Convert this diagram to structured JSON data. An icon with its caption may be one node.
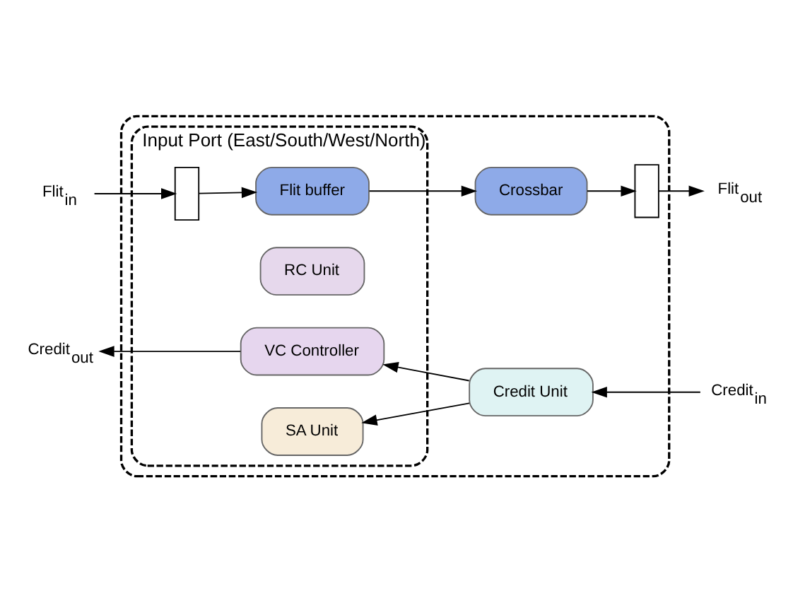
{
  "diagram": {
    "nodes": [
      {
        "text": [],
        "shape": "box"
      },
      {
        "text": [
          "Input Port (East/South/West/North)"
        ],
        "in": 0
      },
      {
        "text": [
          "SA Unit"
        ],
        "in": 1
      },
      {
        "text": [
          "Credit Unit"
        ],
        "in": 0
      },
      {
        "text": [
          "RC Unit"
        ],
        "in": 1
      },
      {
        "text": [
          "VC Controller"
        ],
        "in": 1
      },
      {
        "text": [],
        "shape": "box",
        "in": 1
      },
      {
        "text": [
          "Flit buffer"
        ],
        "in": 1
      },
      {
        "text": [
          "Crossbar"
        ],
        "in": 0
      },
      {
        "text": [],
        "shape": "box",
        "in": 0
      },
      {
        "text": [
          "Credit$_{in}$"
        ]
      },
      {
        "text": [
          "Credit$_{out}$"
        ]
      },
      {
        "text": [
          "Flit$_{in}$"
        ]
      },
      {
        "text": [
          "Flit$_{out}$"
        ]
      }
    ],
    "edges": [
      {
        "from": 10,
        "to": 3,
        "arrow": "to"
      },
      {
        "from": 3,
        "to": 2,
        "arrow": "to"
      },
      {
        "from": 3,
        "to": 5,
        "arrow": "to"
      },
      {
        "from": 5,
        "to": 11,
        "arrow": "to"
      },
      {
        "from": 12,
        "to": 6,
        "arrow": "to"
      },
      {
        "from": 6,
        "to": 7,
        "arrow": "to"
      },
      {
        "from": 7,
        "to": 8,
        "arrow": "to"
      },
      {
        "from": 8,
        "to": 9,
        "arrow": "to"
      },
      {
        "from": 9,
        "to": 13,
        "arrow": "to"
      }
    ]
  }
}
